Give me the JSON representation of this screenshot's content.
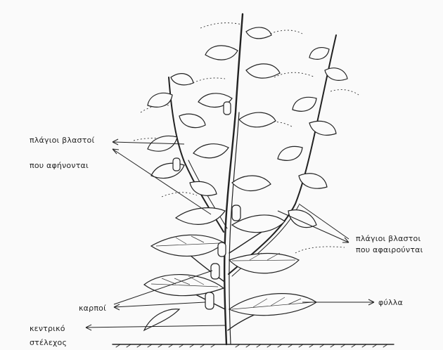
{
  "labels": {
    "lateral_kept_line1": "πλάγιοι βλαστοί",
    "lateral_kept_line2": "που αφήνονται",
    "lateral_removed_line1": "πλάγιοι βλαστοι",
    "lateral_removed_line2": "που αφαιρούνται",
    "fruits": "καρποί",
    "leaves": "φύλλα",
    "main_stem_line1": "κεντρικό",
    "main_stem_line2": "στέλεχος"
  }
}
